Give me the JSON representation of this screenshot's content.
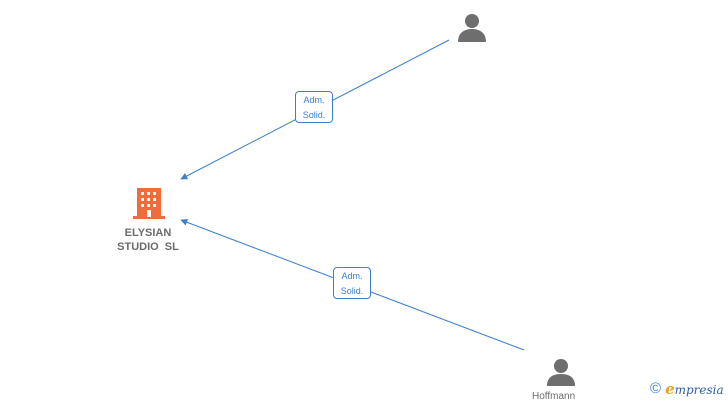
{
  "company": {
    "name_line1": "ELYSIAN",
    "name_line2": "STUDIO SL"
  },
  "people": [
    {
      "name": ""
    },
    {
      "name": "Hoffmann"
    }
  ],
  "relations": [
    {
      "line1": "Adm.",
      "line2": "Solid."
    },
    {
      "line1": "Adm.",
      "line2": "Solid."
    }
  ],
  "brand": {
    "copyright": "©",
    "name_initial": "e",
    "name_rest": "mpresia"
  },
  "colors": {
    "edge": "#3b7fd0",
    "person": "#6e6e6e",
    "company": "#f26b3a",
    "brand": "#2d5fa0"
  },
  "icons": {
    "company": "building-icon",
    "person": "person-icon"
  }
}
